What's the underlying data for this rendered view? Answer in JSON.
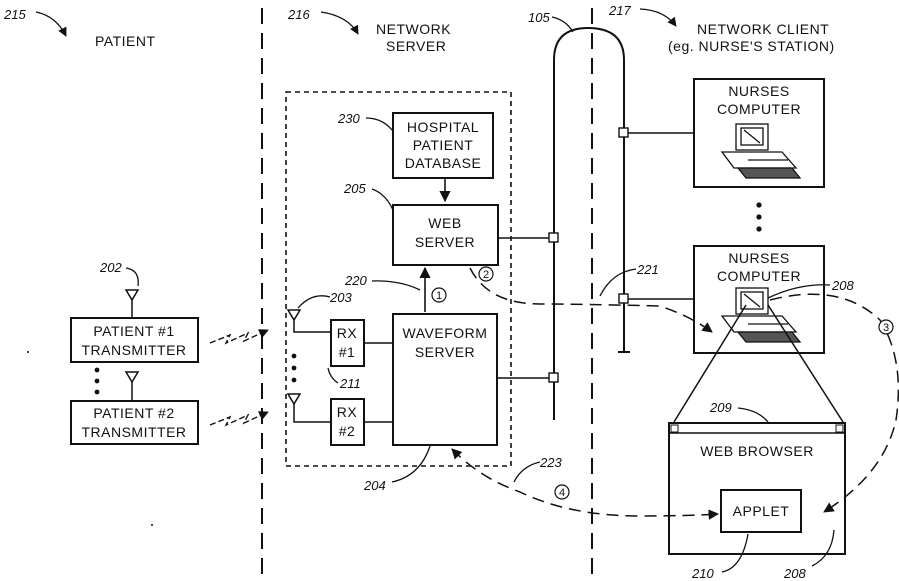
{
  "sections": {
    "patient": "PATIENT",
    "network_server": [
      "NETWORK",
      "SERVER"
    ],
    "network_client": [
      "NETWORK CLIENT",
      "(eg. NURSE'S STATION)"
    ]
  },
  "boxes": {
    "hospital_db": [
      "HOSPITAL",
      "PATIENT",
      "DATABASE"
    ],
    "web_server": [
      "WEB",
      "SERVER"
    ],
    "waveform_server": [
      "WAVEFORM",
      "SERVER"
    ],
    "rx1": [
      "RX",
      "#1"
    ],
    "rx2": [
      "RX",
      "#2"
    ],
    "transmitter1": [
      "PATIENT #1",
      "TRANSMITTER"
    ],
    "transmitter2": [
      "PATIENT #2",
      "TRANSMITTER"
    ],
    "nurses_computer_1": [
      "NURSES",
      "COMPUTER"
    ],
    "nurses_computer_2": [
      "NURSES",
      "COMPUTER"
    ],
    "web_browser": "WEB BROWSER",
    "applet": "APPLET"
  },
  "refs": {
    "r215": "215",
    "r216": "216",
    "r105": "105",
    "r217": "217",
    "r230": "230",
    "r205": "205",
    "r202": "202",
    "r220": "220",
    "r203": "203",
    "r221": "221",
    "r208a": "208",
    "r211": "211",
    "r209": "209",
    "r223": "223",
    "r204": "204",
    "r210": "210",
    "r208b": "208"
  },
  "steps": {
    "s1": "1",
    "s2": "2",
    "s3": "3",
    "s4": "4"
  },
  "colors": {
    "ink": "#111111",
    "background": "#ffffff"
  }
}
